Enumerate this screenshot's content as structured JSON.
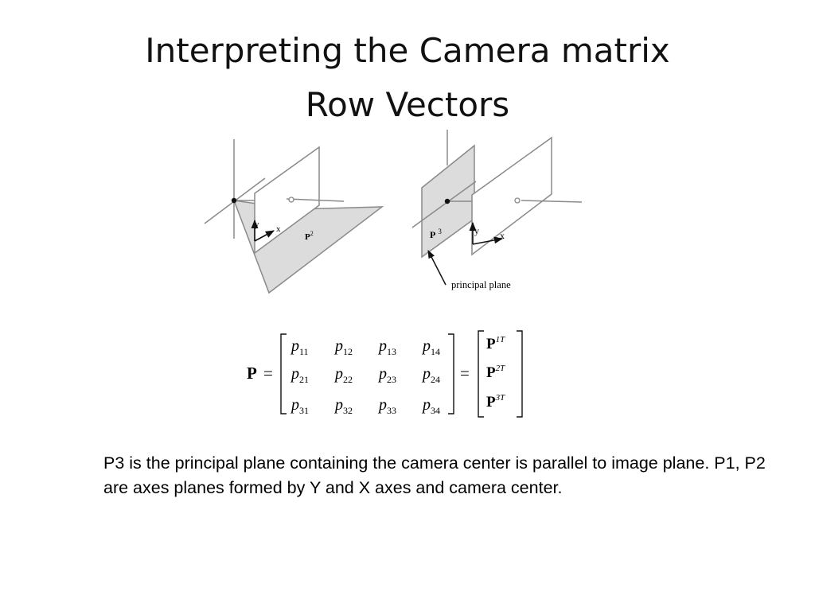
{
  "slide": {
    "title_line1": "Interpreting the Camera matrix",
    "title_line2": "Row Vectors",
    "caption": "P3 is the principal plane containing the camera center is parallel to image plane. P1, P2 are axes planes formed by Y and X axes and camera center."
  },
  "figure_left": {
    "y_label": "y",
    "x_label": "x",
    "plane_label": "P",
    "plane_sup": "2"
  },
  "figure_right": {
    "y_label": "y",
    "x_label": "x",
    "plane_label": "P",
    "plane_sup": "3",
    "annotation": "principal plane"
  },
  "equation": {
    "lhs": "P",
    "equals": "=",
    "matrix_letter": "p",
    "rows": [
      [
        "11",
        "12",
        "13",
        "14"
      ],
      [
        "21",
        "22",
        "23",
        "24"
      ],
      [
        "31",
        "32",
        "33",
        "34"
      ]
    ],
    "row_vectors": [
      {
        "label": "P",
        "sup": "1T"
      },
      {
        "label": "P",
        "sup": "2T"
      },
      {
        "label": "P",
        "sup": "3T"
      }
    ]
  }
}
